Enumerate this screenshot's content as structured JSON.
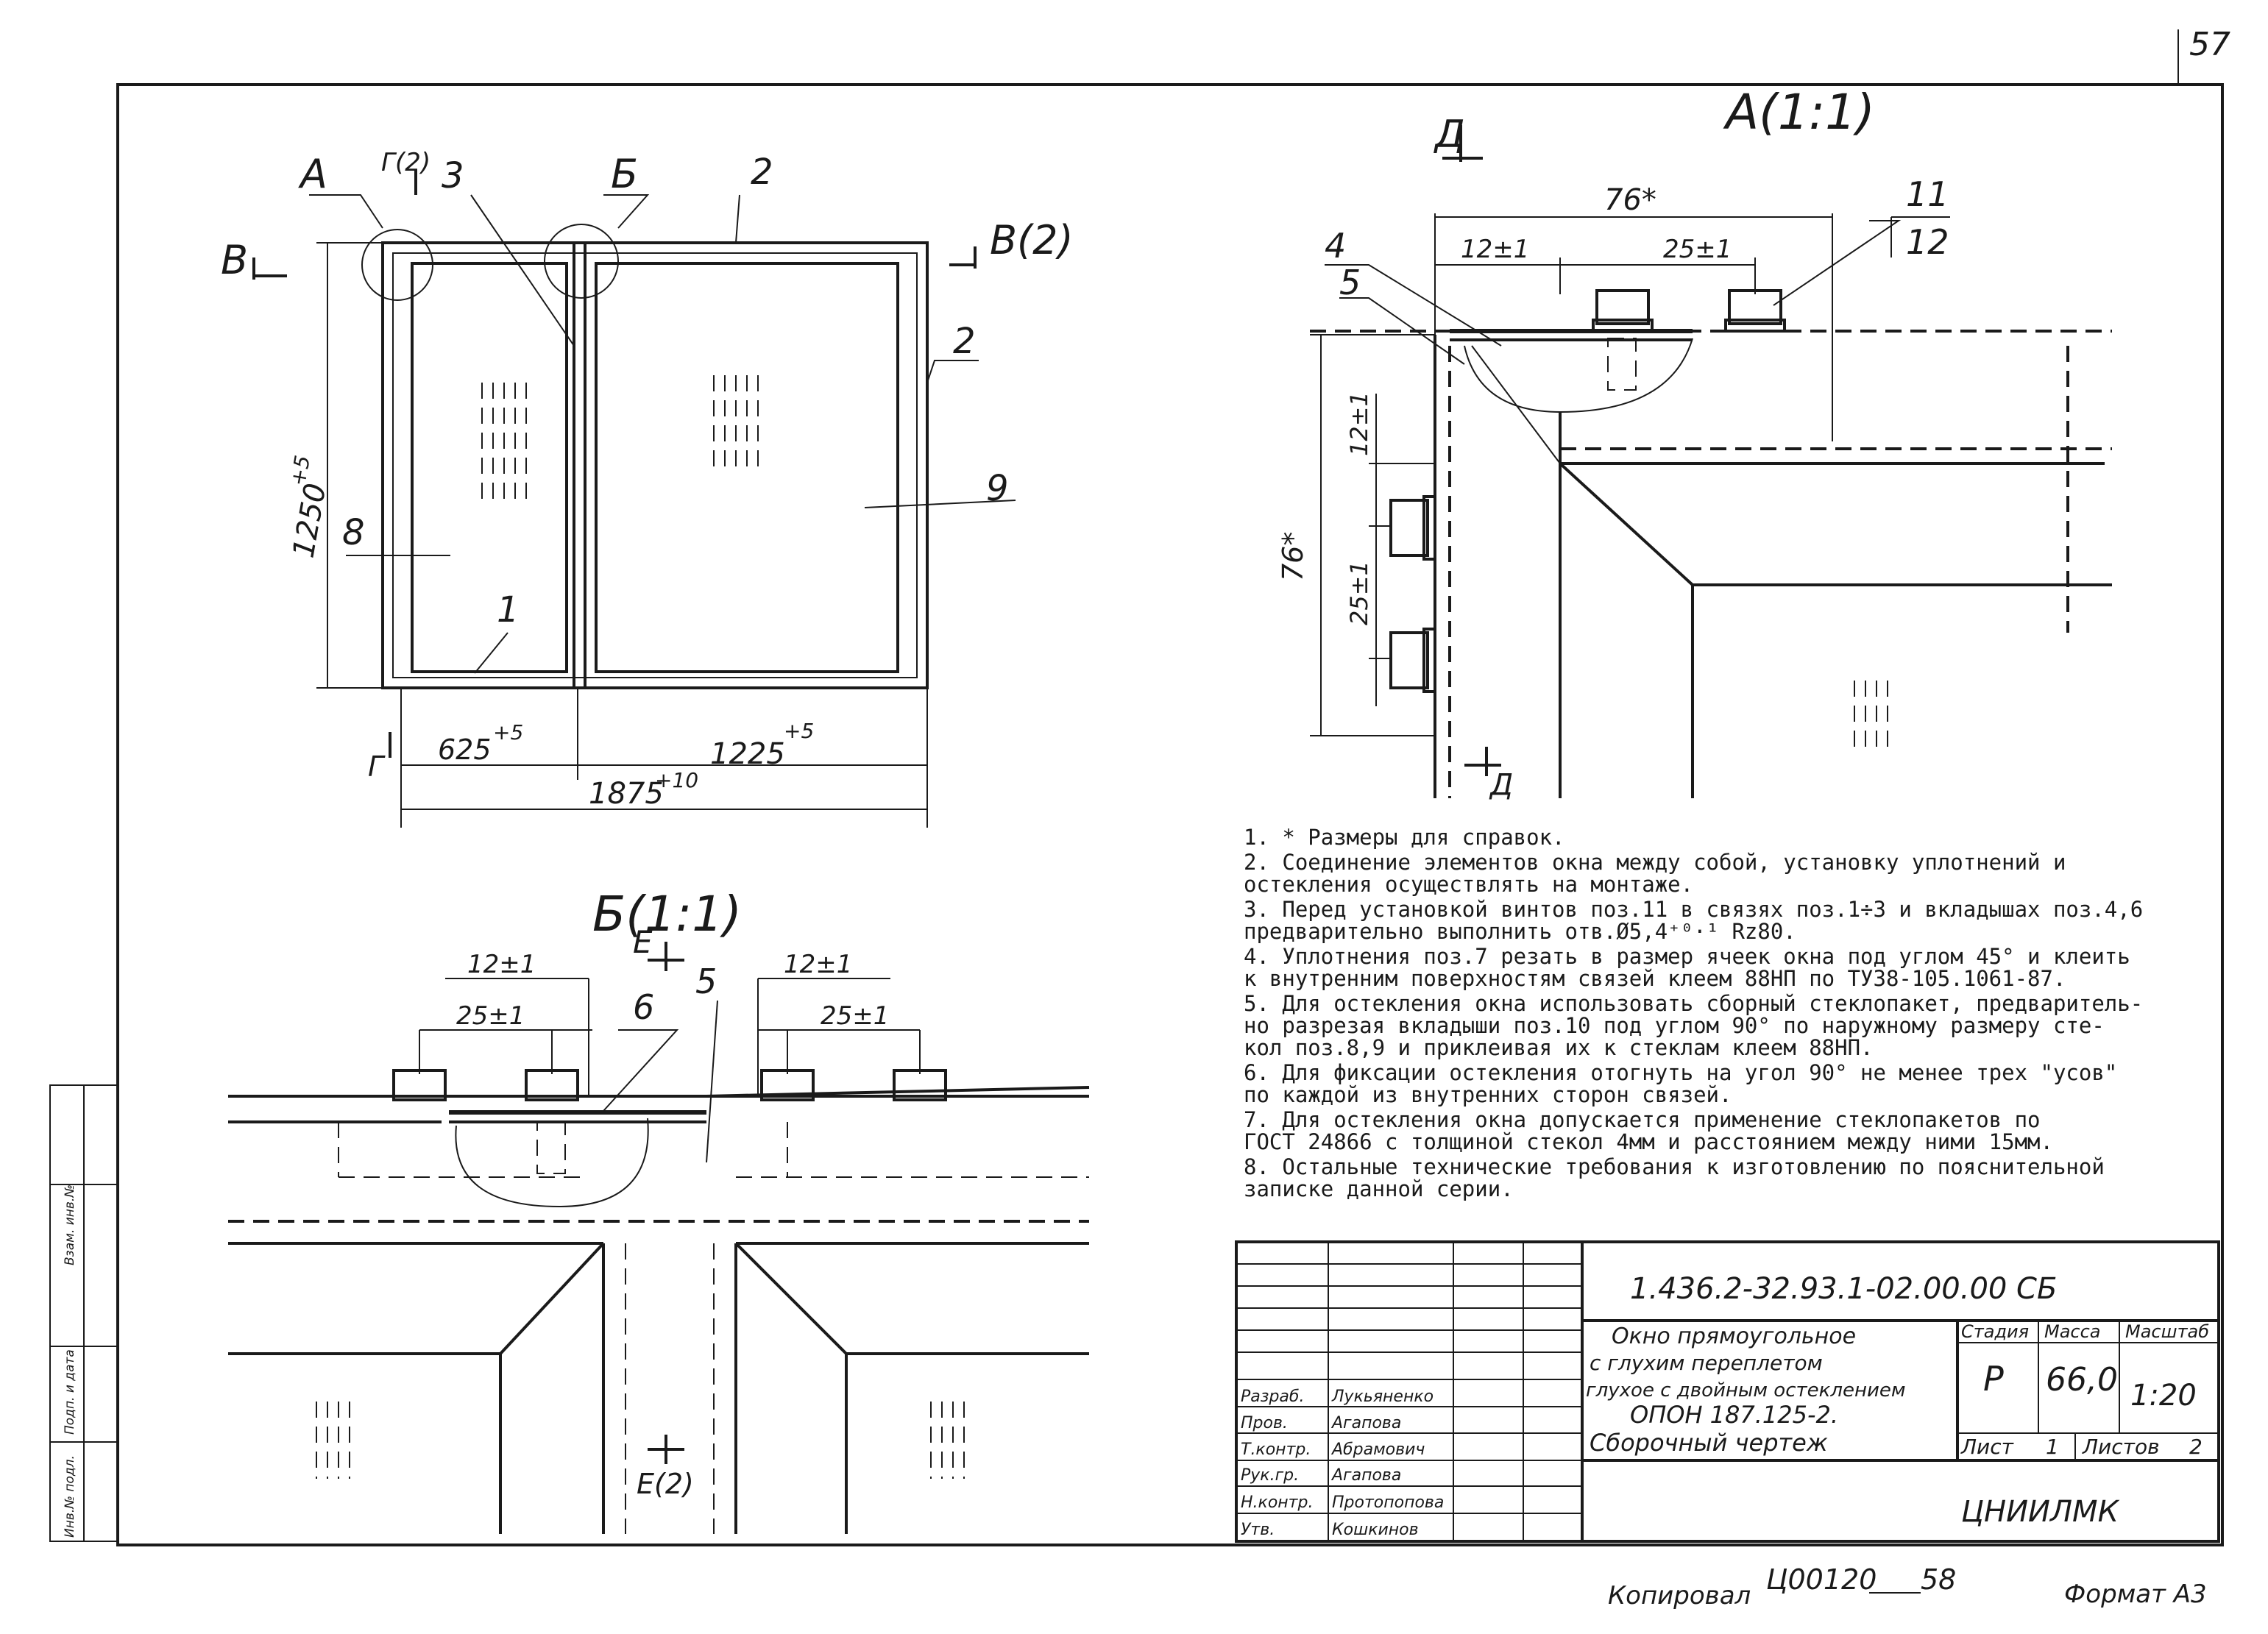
{
  "sheet": {
    "page_number": "57",
    "copied_by_label": "Копировал",
    "copy_code": "Ц00120",
    "copy_number": "58",
    "format_label": "Формат А3"
  },
  "plan_view": {
    "callout_a": "А",
    "callout_b": "Б",
    "section_g_top": "Г(2)",
    "section_g_bottom": "Г",
    "section_v_left": "В",
    "section_v_right": "В(2)",
    "pos_labels": [
      "3",
      "2",
      "2",
      "9",
      "8",
      "1"
    ],
    "dim_height": "1250",
    "dim_height_tol": "+5",
    "dim_left": "625",
    "dim_left_tol": "+5",
    "dim_right": "1225",
    "dim_right_tol": "+5",
    "dim_total": "1875",
    "dim_total_tol": "+10"
  },
  "detail_a": {
    "title": "А(1:1)",
    "section_d_top": "Д",
    "section_d_bottom": "Д",
    "dim_76_top": "76*",
    "dim_12": "12±1",
    "dim_25_top": "25±1",
    "dim_12_vert": "12±1",
    "dim_25_vert": "25±1",
    "dim_76_vert": "76*",
    "pos_labels": [
      "4",
      "5",
      "11",
      "12"
    ]
  },
  "detail_b": {
    "title": "Б(1:1)",
    "section_e_top": "Е",
    "section_e_bottom": "Е(2)",
    "dim_12_left": "12±1",
    "dim_25_left": "25±1",
    "dim_12_right": "12±1",
    "dim_25_right": "25±1",
    "pos_labels": [
      "6",
      "5"
    ]
  },
  "notes": [
    "1. * Размеры для справок.",
    "2. Соединение элементов окна между собой, установку уплотнений и",
    "   остекления осуществлять на монтаже.",
    "3. Перед установкой винтов поз.11 в связях поз.1÷3 и вкладышах поз.4,6",
    "   предварительно выполнить отв.Ø5,4⁺⁰·¹ Rz80.",
    "4. Уплотнения поз.7 резать в размер ячеек окна под углом 45° и клеить",
    "   к внутренним поверхностям связей клеем 88НП по ТУ38-105.1061-87.",
    "5. Для остекления окна использовать сборный стеклопакет, предваритель-",
    "   но разрезая вкладыши поз.10 под углом 90° по наружному размеру сте-",
    "   кол поз.8,9 и приклеивая их к стеклам клеем 88НП.",
    "6. Для фиксации остекления отогнуть на угол 90° не менее трех \"усов\"",
    "   по каждой из внутренних сторон связей.",
    "7. Для остекления окна допускается применение стеклопакетов по",
    "   ГОСТ 24866 с толщиной стекол 4мм и расстоянием между ними 15мм.",
    "8. Остальные технические требования к изготовлению по пояснительной",
    "   записке данной серии."
  ],
  "title_block": {
    "designation": "1.436.2-32.93.1-02.00.00 СБ",
    "name_lines": [
      "Окно прямоугольное",
      "с глухим переплетом",
      "глухое с двойным остеклением",
      "ОПОН 187.125-2.",
      "Сборочный чертеж"
    ],
    "stage_label": "Стадия",
    "mass_label": "Масса",
    "scale_label": "Масштаб",
    "stage": "Р",
    "mass": "66,0",
    "scale": "1:20",
    "sheet_label": "Лист",
    "sheet_no": "1",
    "sheets_label": "Листов",
    "sheets_total": "2",
    "org": "ЦНИИЛМК",
    "roles": [
      {
        "role": "Разраб.",
        "name": "Лукьяненко"
      },
      {
        "role": "Пров.",
        "name": "Агапова"
      },
      {
        "role": "Т.контр.",
        "name": "Абрамович"
      },
      {
        "role": "Рук.гр.",
        "name": "Агапова"
      },
      {
        "role": "Н.контр.",
        "name": "Протопопова"
      },
      {
        "role": "Утв.",
        "name": "Кошкинов"
      }
    ]
  },
  "side_stamp": {
    "labels": [
      "Инв.№ подл.",
      "Подп. и дата",
      "Взам. инв.№"
    ]
  }
}
